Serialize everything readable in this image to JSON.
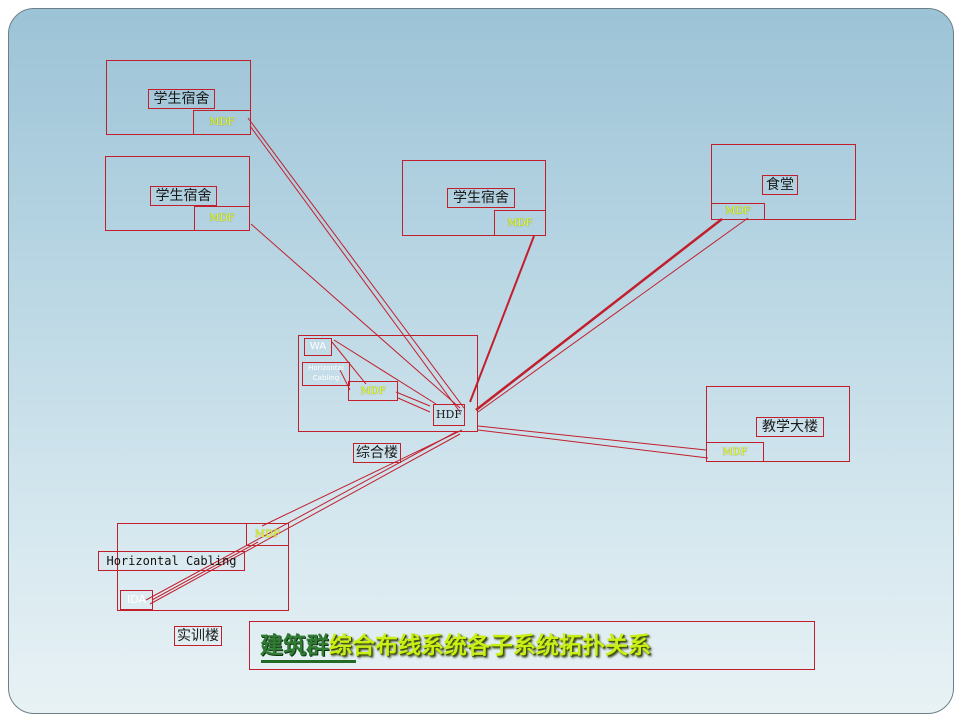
{
  "buildings": {
    "dorm1": {
      "name": "学生宿舍",
      "mdf": "MDF"
    },
    "dorm2": {
      "name": "学生宿舍",
      "mdf": "MDF"
    },
    "dorm3": {
      "name": "学生宿舍",
      "mdf": "MDF"
    },
    "canteen": {
      "name": "食堂",
      "mdf": "MDF"
    },
    "teaching": {
      "name": "教学大楼",
      "mdf": "MDF"
    },
    "complex": {
      "name": "综合楼",
      "wa": "WA",
      "cabling": "Horizontal Cabling",
      "mdf": "MDF",
      "hdf": "HDF"
    },
    "training": {
      "name": "实训楼",
      "mdf": "MDF",
      "cabling": "Horizontal Cabling",
      "ida": "IDA"
    }
  },
  "title": {
    "part1": "建筑群",
    "part2": "综合布线系统各子系统拓扑关系"
  },
  "colors": {
    "line": "#c21f2d",
    "mdf_text": "#e8ff1c",
    "title_green": "#2f7c32",
    "title_yellow": "#c9ef14"
  }
}
